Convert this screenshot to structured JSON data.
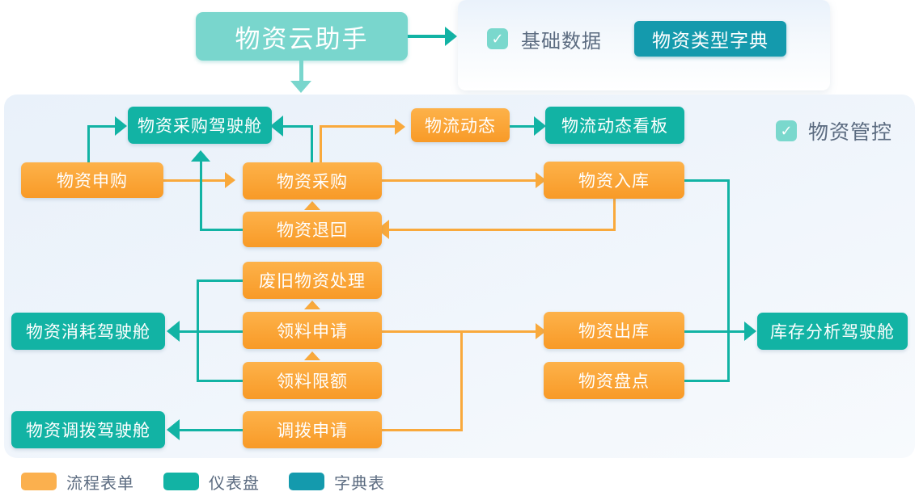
{
  "header": {
    "title": "物资云助手",
    "basic_panel": {
      "check_icon": "check-icon",
      "label": "基础数据",
      "dict_button": "物资类型字典"
    }
  },
  "main_panel": {
    "tag": {
      "check_icon": "check-icon",
      "label": "物资管控"
    },
    "nodes": [
      {
        "id": "purchase-cockpit",
        "label": "物资采购驾驶舱",
        "type": "dashboard"
      },
      {
        "id": "logistics-dynamic",
        "label": "物流动态",
        "type": "form"
      },
      {
        "id": "logistics-board",
        "label": "物流动态看板",
        "type": "dashboard"
      },
      {
        "id": "material-request",
        "label": "物资申购",
        "type": "form"
      },
      {
        "id": "material-purchase",
        "label": "物资采购",
        "type": "form"
      },
      {
        "id": "material-inbound",
        "label": "物资入库",
        "type": "form"
      },
      {
        "id": "material-return",
        "label": "物资退回",
        "type": "form"
      },
      {
        "id": "scrap-handling",
        "label": "废旧物资处理",
        "type": "form"
      },
      {
        "id": "consume-cockpit",
        "label": "物资消耗驾驶舱",
        "type": "dashboard"
      },
      {
        "id": "pick-apply",
        "label": "领料申请",
        "type": "form"
      },
      {
        "id": "material-outbound",
        "label": "物资出库",
        "type": "form"
      },
      {
        "id": "stock-cockpit",
        "label": "库存分析驾驶舱",
        "type": "dashboard"
      },
      {
        "id": "pick-limit",
        "label": "领料限额",
        "type": "form"
      },
      {
        "id": "material-stocktake",
        "label": "物资盘点",
        "type": "form"
      },
      {
        "id": "transfer-cockpit",
        "label": "物资调拨驾驶舱",
        "type": "dashboard"
      },
      {
        "id": "transfer-apply",
        "label": "调拨申请",
        "type": "form"
      }
    ]
  },
  "legend": {
    "items": [
      {
        "label": "流程表单",
        "color": "#fbb04e"
      },
      {
        "label": "仪表盘",
        "color": "#12b3a4"
      },
      {
        "label": "字典表",
        "color": "#149aad"
      }
    ]
  },
  "colors": {
    "orange": "#f9a93c",
    "teal": "#12b3a4",
    "light_teal": "#79d6cd",
    "dict_blue": "#149aad",
    "panel_bg": "#eaf2fb",
    "text_grey": "#5b6b80"
  }
}
